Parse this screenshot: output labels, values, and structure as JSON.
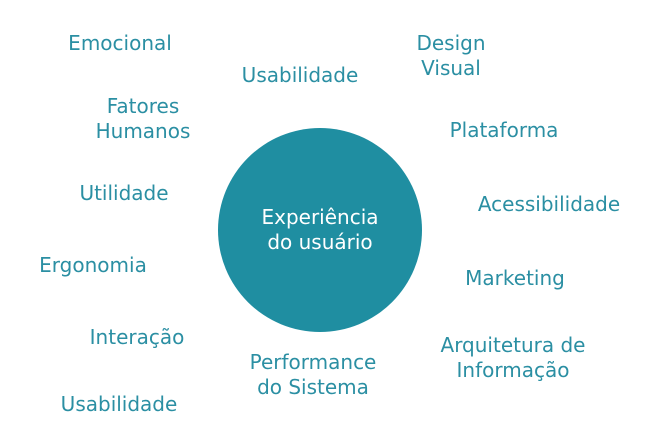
{
  "center": {
    "line1": "Experiência",
    "line2": "do usuário",
    "color": "#1f8ea1"
  },
  "labels": [
    {
      "id": "emocional",
      "lines": [
        "Emocional"
      ]
    },
    {
      "id": "usabilidade-top",
      "lines": [
        "Usabilidade"
      ]
    },
    {
      "id": "design-visual",
      "lines": [
        "Design",
        "Visual"
      ]
    },
    {
      "id": "fatores-humanos",
      "lines": [
        "Fatores",
        "Humanos"
      ]
    },
    {
      "id": "plataforma",
      "lines": [
        "Plataforma"
      ]
    },
    {
      "id": "utilidade",
      "lines": [
        "Utilidade"
      ]
    },
    {
      "id": "acessibilidade",
      "lines": [
        "Acessibilidade"
      ]
    },
    {
      "id": "ergonomia",
      "lines": [
        "Ergonomia"
      ]
    },
    {
      "id": "marketing",
      "lines": [
        "Marketing"
      ]
    },
    {
      "id": "interacao",
      "lines": [
        "Interação"
      ]
    },
    {
      "id": "performance",
      "lines": [
        "Performance",
        "do Sistema"
      ]
    },
    {
      "id": "arquitetura",
      "lines": [
        "Arquitetura de",
        "Informação"
      ]
    },
    {
      "id": "usabilidade-bottom",
      "lines": [
        "Usabilidade"
      ]
    }
  ],
  "text_color": "#2b8fa3"
}
